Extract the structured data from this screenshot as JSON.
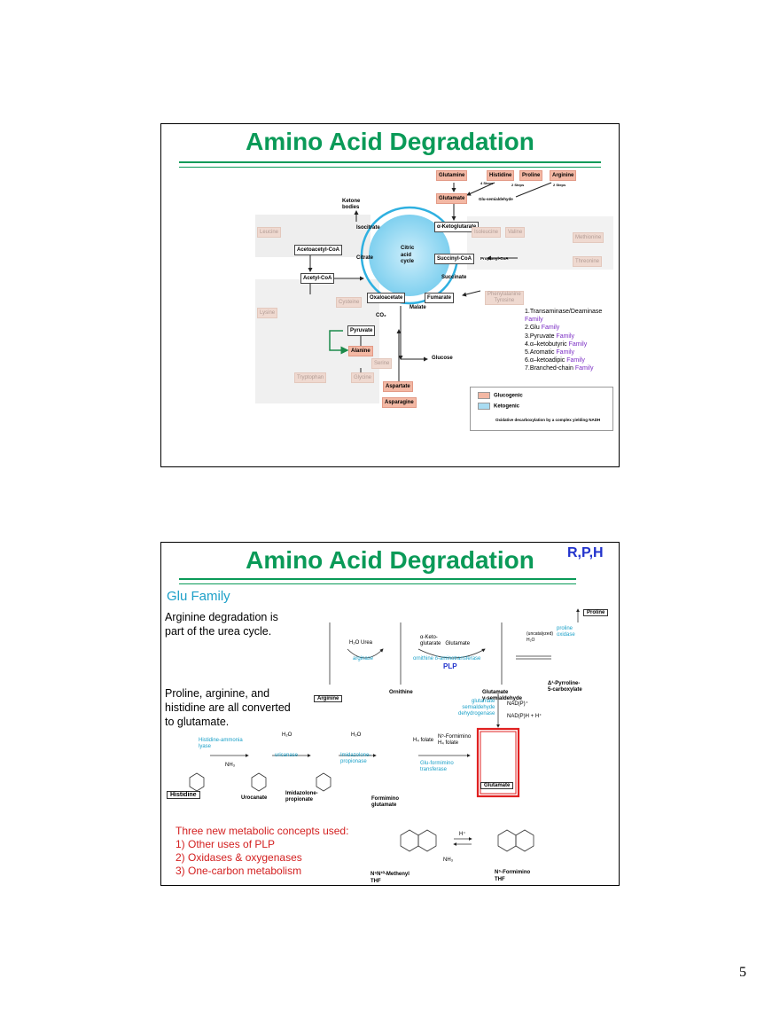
{
  "page_number": "5",
  "slide1": {
    "title": "Amino Acid Degradation",
    "diagram": {
      "top_boxes": [
        "Glutamine",
        "Histidine",
        "Proline",
        "Arginine"
      ],
      "glutamate": "Glutamate",
      "glu_semialdehyde": "Glu-semialdehyde",
      "steps_labels": [
        "4 Steps",
        "2 Steps",
        "2 Steps"
      ],
      "ketone_bodies": "Ketone\nbodies",
      "cycle_center": "Citric\nacid\ncycle",
      "cycle_nodes": [
        "Isocitrate",
        "α-Ketoglutarate",
        "Citrate",
        "Succinyl-CoA",
        "Succinate",
        "Oxaloacetate",
        "Fumarate",
        "Malate"
      ],
      "left_boxes": [
        "Acetoacetyl-CoA",
        "Acetyl-CoA",
        "Pyruvate",
        "Alanine",
        "Aspartate",
        "Asparagine"
      ],
      "faded_boxes": [
        "Leucine",
        "Isoleucine",
        "Valine",
        "Methionine",
        "Threonine",
        "Lysine",
        "Cysteine",
        "Tryptophan",
        "Phenylalanine\nTyrosine",
        "Glycine",
        "Serine"
      ],
      "other_labels": [
        "CO₂",
        "Glucose",
        "Propionyl-CoA"
      ],
      "families": [
        {
          "prefix": "1.Transaminase/Deaminase ",
          "word": "Family"
        },
        {
          "prefix": "2.Glu ",
          "word": "Family"
        },
        {
          "prefix": "3.Pyruvate ",
          "word": "Family"
        },
        {
          "prefix": "4.α–ketobutyric ",
          "word": "Family"
        },
        {
          "prefix": "5.Aromatic ",
          "word": "Family"
        },
        {
          "prefix": "6.α–ketoadipic ",
          "word": "Family"
        },
        {
          "prefix": "7.Branched-chain ",
          "word": "Family"
        }
      ],
      "legend": {
        "glucogenic": "Glucogenic",
        "ketogenic": "Ketogenic",
        "oxidative": "Oxidative decarboxylation by a complex yielding NADH"
      },
      "colors": {
        "glucogenic": "#f3b8a4",
        "ketogenic": "#a9dcf2",
        "cycle": "#2fb0e0",
        "arrow_green": "#1c8a4a"
      }
    }
  },
  "slide2": {
    "title": "Amino Acid Degradation",
    "tag": "R,P,H",
    "glu_family": "Glu Family",
    "note1": "Arginine degradation is part of the urea cycle.",
    "note2": "Proline, arginine, and histidine are all converted to glutamate.",
    "concepts_title": "Three new metabolic concepts used:",
    "concepts": [
      "1)  Other uses of PLP",
      "2)  Oxidases & oxygenases",
      "3)  One-carbon metabolism"
    ],
    "chem": {
      "arginine": "Arginine",
      "ornithine": "Ornithine",
      "glutamate_semialdehyde": "Glutamate\nγ-semialdehyde",
      "pyrroline": "Δ¹-Pyrroline-\n5-carboxylate",
      "proline": "Proline",
      "arginase": "arginase",
      "h2o_urea": "H₂O   Urea",
      "akg_glu": "α-Keto-\nglutarate   Glutamate",
      "oat": "ornithine δ-aminotransferase",
      "plp": "PLP",
      "proline_oxidase": "proline\noxidase",
      "uncatalyzed": "(uncatalyzed)\nH₂O",
      "gsd": "glutamate\nsemialdehyde\ndehydrogenase",
      "nadp1": "NAD(P)⁺",
      "nadp2": "NAD(P)H + H⁺",
      "histidine": "Histidine",
      "urocanate": "Urocanate",
      "imidazolone": "Imidazolone-\npropionate",
      "formimino_glu": "Formimino\nglutamate",
      "glutamate": "Glutamate",
      "hal": "Histidine-ammonia\nlyase",
      "uricanase": "uricanase",
      "imid_enz": "Imidazolone-\npropionase",
      "glu_ft": "Glu-formimino\ntransferase",
      "h4folate": "H₄ folate",
      "n5_formimino": "N⁵-Formimino\nH₄ folate",
      "nh3": "NH₃",
      "h2o": "H₂O",
      "methenyl_thf": "N⁵N¹⁰-Methenyl\nTHF",
      "formimino_thf": "N⁵-Formimino\nTHF",
      "hplus": "H⁺"
    }
  }
}
